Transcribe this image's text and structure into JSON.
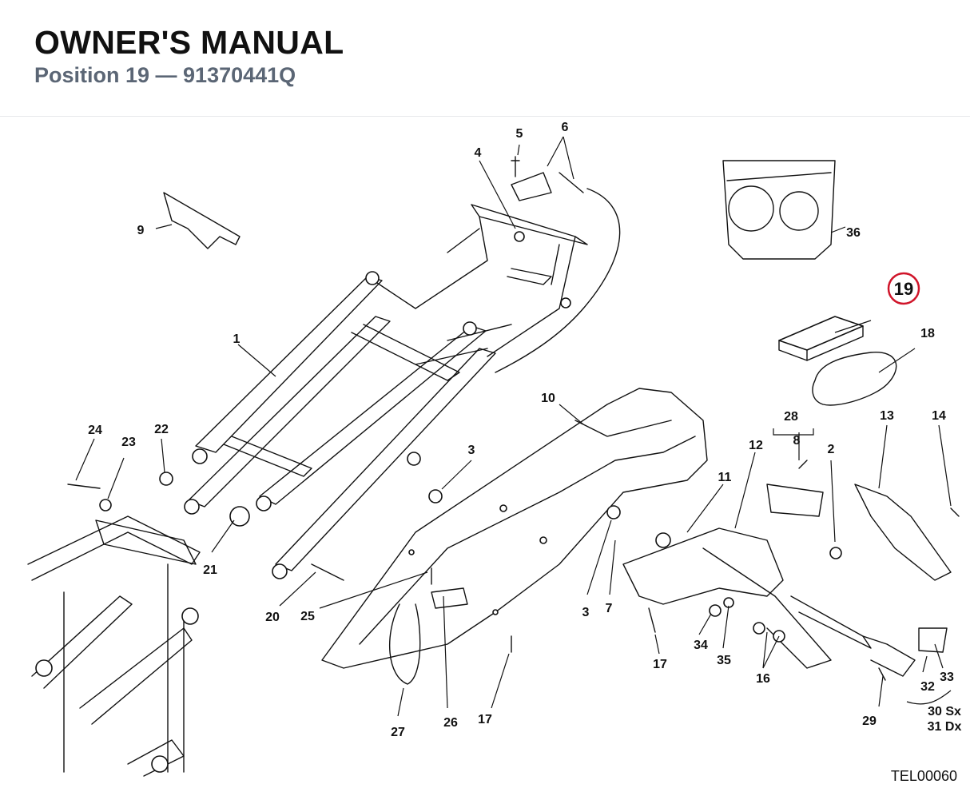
{
  "header": {
    "title": "OWNER'S MANUAL",
    "subtitle": "Position 19 — 91370441Q"
  },
  "highlight": {
    "label": "19",
    "color": "#d0152a"
  },
  "callouts": {
    "c1": "1",
    "c2": "2",
    "c3a": "3",
    "c3b": "3",
    "c4": "4",
    "c5": "5",
    "c6": "6",
    "c7": "7",
    "c8": "8",
    "c9": "9",
    "c10": "10",
    "c11": "11",
    "c12": "12",
    "c13": "13",
    "c14": "14",
    "c16": "16",
    "c17a": "17",
    "c17b": "17",
    "c18": "18",
    "c20": "20",
    "c21": "21",
    "c22": "22",
    "c23": "23",
    "c24": "24",
    "c25": "25",
    "c26": "26",
    "c27": "27",
    "c28": "28",
    "c29": "29",
    "c30": "30 Sx",
    "c31": "31 Dx",
    "c32": "32",
    "c33": "33",
    "c34": "34",
    "c35": "35",
    "c36": "36"
  },
  "drawing_ref": "TEL00060"
}
